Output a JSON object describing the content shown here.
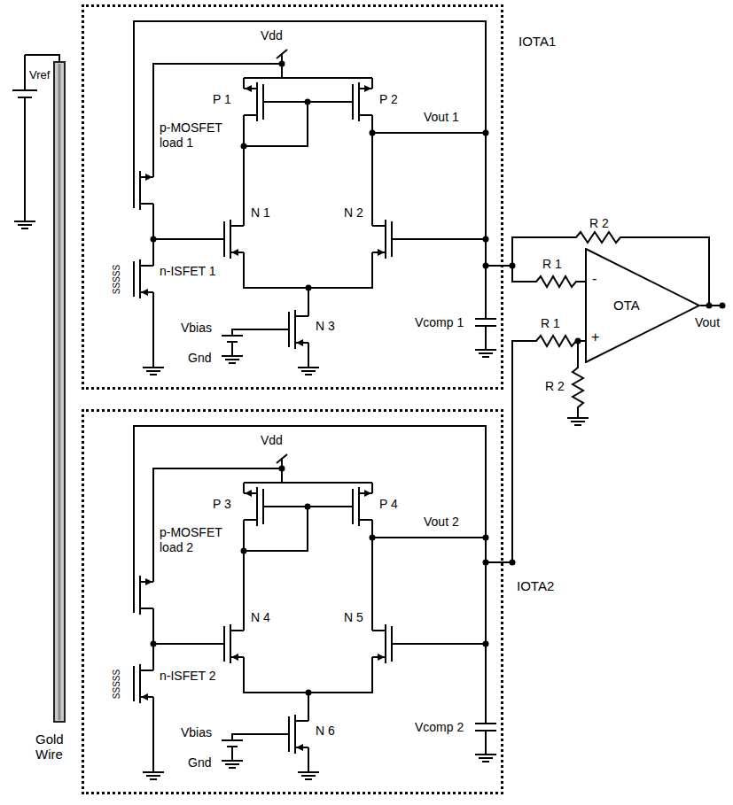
{
  "diagram": {
    "nodes": [
      {
        "text": [
          "IOTA1"
        ]
      },
      {
        "text": [
          "IOTA2"
        ]
      },
      {
        "text": [
          "OTA"
        ]
      }
    ],
    "labels": [
      "Vref",
      "Vdd",
      "P 1",
      "P 2",
      "p-MOSFET load 1",
      "Vout 1",
      "N 1",
      "N 2",
      "SSSSS",
      "n-ISFET 1",
      "Vcomp 1",
      "N 3",
      "Vbias",
      "Gnd",
      "R 2",
      "R 1",
      "-",
      "Vout",
      "R 1",
      "+",
      "R 2",
      "Vdd",
      "P 3",
      "P 4",
      "p-MOSFET load 2",
      "Vout 2",
      "N 4",
      "N 5",
      "SSSSS",
      "n-ISFET 2",
      "Vcomp 2",
      "N 6",
      "Vbias",
      "Gnd",
      "Gold Wire"
    ]
  }
}
